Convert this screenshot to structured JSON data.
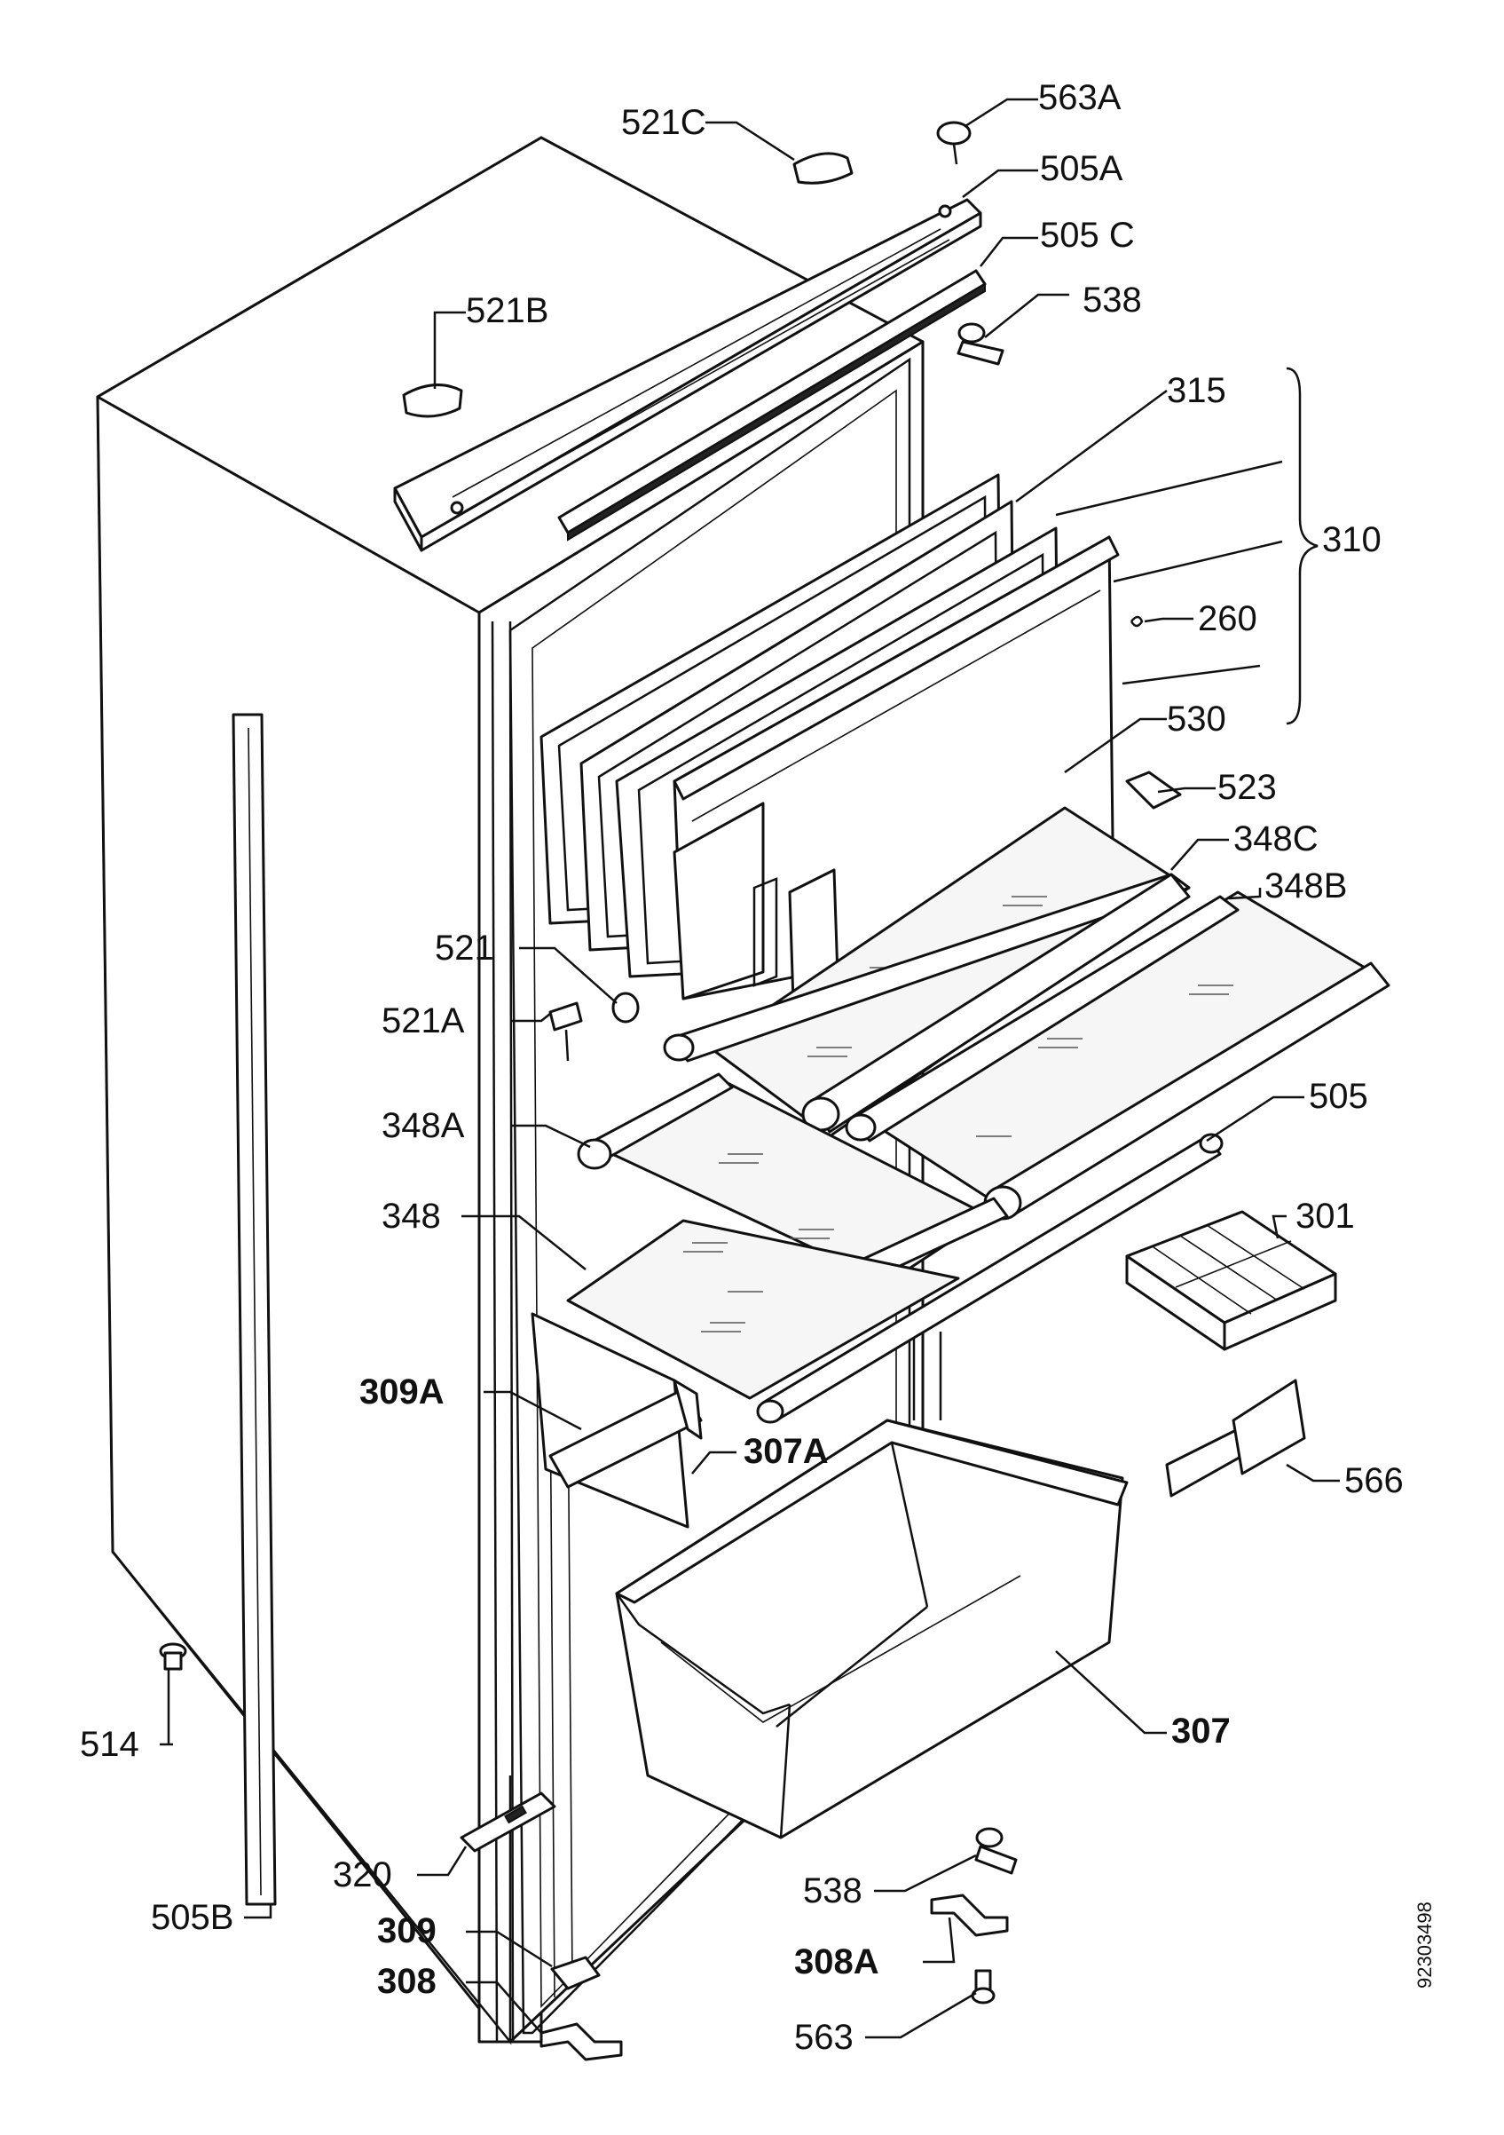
{
  "labels": {
    "l521c": "521C",
    "l563a": "563A",
    "l505a": "505A",
    "l505c": "505 C",
    "l538t": "538",
    "l521b": "521B",
    "l315": "315",
    "l310": "310",
    "l260": "260",
    "l530": "530",
    "l523": "523",
    "l348c": "348C",
    "l348b": "348B",
    "l521": "521",
    "l521a": "521A",
    "l348a": "348A",
    "l505": "505",
    "l301": "301",
    "l348": "348",
    "l309a": "309A",
    "l307a": "307A",
    "l566": "566",
    "l514": "514",
    "l307": "307",
    "l320": "320",
    "l538b": "538",
    "l505b": "505B",
    "l309": "309",
    "l308a": "308A",
    "l308": "308",
    "l563": "563"
  },
  "doc_number": "92303498"
}
